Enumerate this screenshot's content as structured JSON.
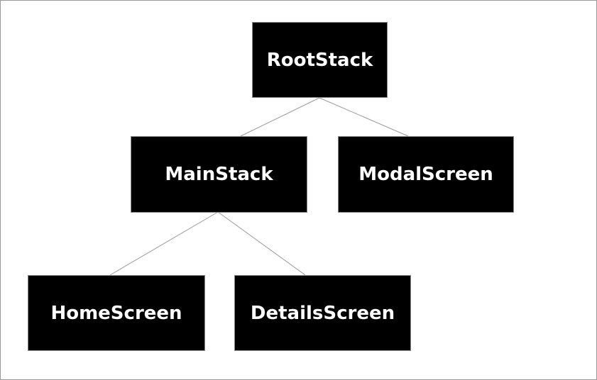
{
  "diagram": {
    "kind": "tree",
    "nodes": {
      "root": {
        "label": "RootStack"
      },
      "main": {
        "label": "MainStack"
      },
      "modal": {
        "label": "ModalScreen"
      },
      "home": {
        "label": "HomeScreen"
      },
      "details": {
        "label": "DetailsScreen"
      }
    },
    "edges": [
      {
        "from": "RootStack",
        "to": "MainStack"
      },
      {
        "from": "RootStack",
        "to": "ModalScreen"
      },
      {
        "from": "MainStack",
        "to": "HomeScreen"
      },
      {
        "from": "MainStack",
        "to": "DetailsScreen"
      }
    ],
    "colors": {
      "background": "#ffffff",
      "frame_border": "#999999",
      "node_fill": "#000000",
      "node_border": "#888888",
      "node_text": "#ffffff",
      "edge_line": "#999999"
    }
  }
}
